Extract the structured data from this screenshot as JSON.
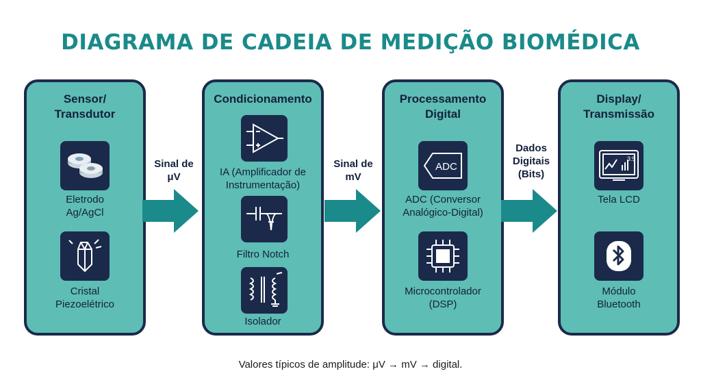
{
  "title": "DIAGRAMA DE CADEIA DE MEDIÇÃO BIOMÉDICA",
  "blocks": [
    {
      "title": "Sensor/\nTransdutor",
      "items": [
        {
          "icon": "electrode-icon",
          "label": "Eletrodo\nAg/AgCl"
        },
        {
          "icon": "crystal-icon",
          "label": "Cristal\nPiezoelétrico"
        }
      ]
    },
    {
      "title": "Condicionamento",
      "items": [
        {
          "icon": "amplifier-icon",
          "label": "IA (Amplificador de\nInstrumentação)"
        },
        {
          "icon": "notch-filter-icon",
          "label": "Filtro Notch"
        },
        {
          "icon": "transformer-icon",
          "label": "Isolador"
        }
      ]
    },
    {
      "title": "Processamento\nDigital",
      "items": [
        {
          "icon": "adc-icon",
          "icon_text": "ADC",
          "label": "ADC (Conversor\nAnalógico-Digital)"
        },
        {
          "icon": "chip-icon",
          "label": "Microcontrolador\n(DSP)"
        }
      ]
    },
    {
      "title": "Display/\nTransmissão",
      "items": [
        {
          "icon": "lcd-icon",
          "icon_text": "3:5",
          "label": "Tela LCD"
        },
        {
          "icon": "bluetooth-icon",
          "label": "Módulo\nBluetooth"
        }
      ]
    }
  ],
  "arrows": [
    {
      "label": "Sinal de\nμV"
    },
    {
      "label": "Sinal de\nmV"
    },
    {
      "label": "Dados\nDigitais\n(Bits)"
    }
  ],
  "footnote": "Valores típicos de amplitude: μV → mV → digital.",
  "colors": {
    "title": "#1a8a8a",
    "block_fill": "#5ebdb5",
    "block_border": "#1b2a4a",
    "arrow": "#1a8a8a",
    "icon_bg": "#1b2a4a"
  }
}
